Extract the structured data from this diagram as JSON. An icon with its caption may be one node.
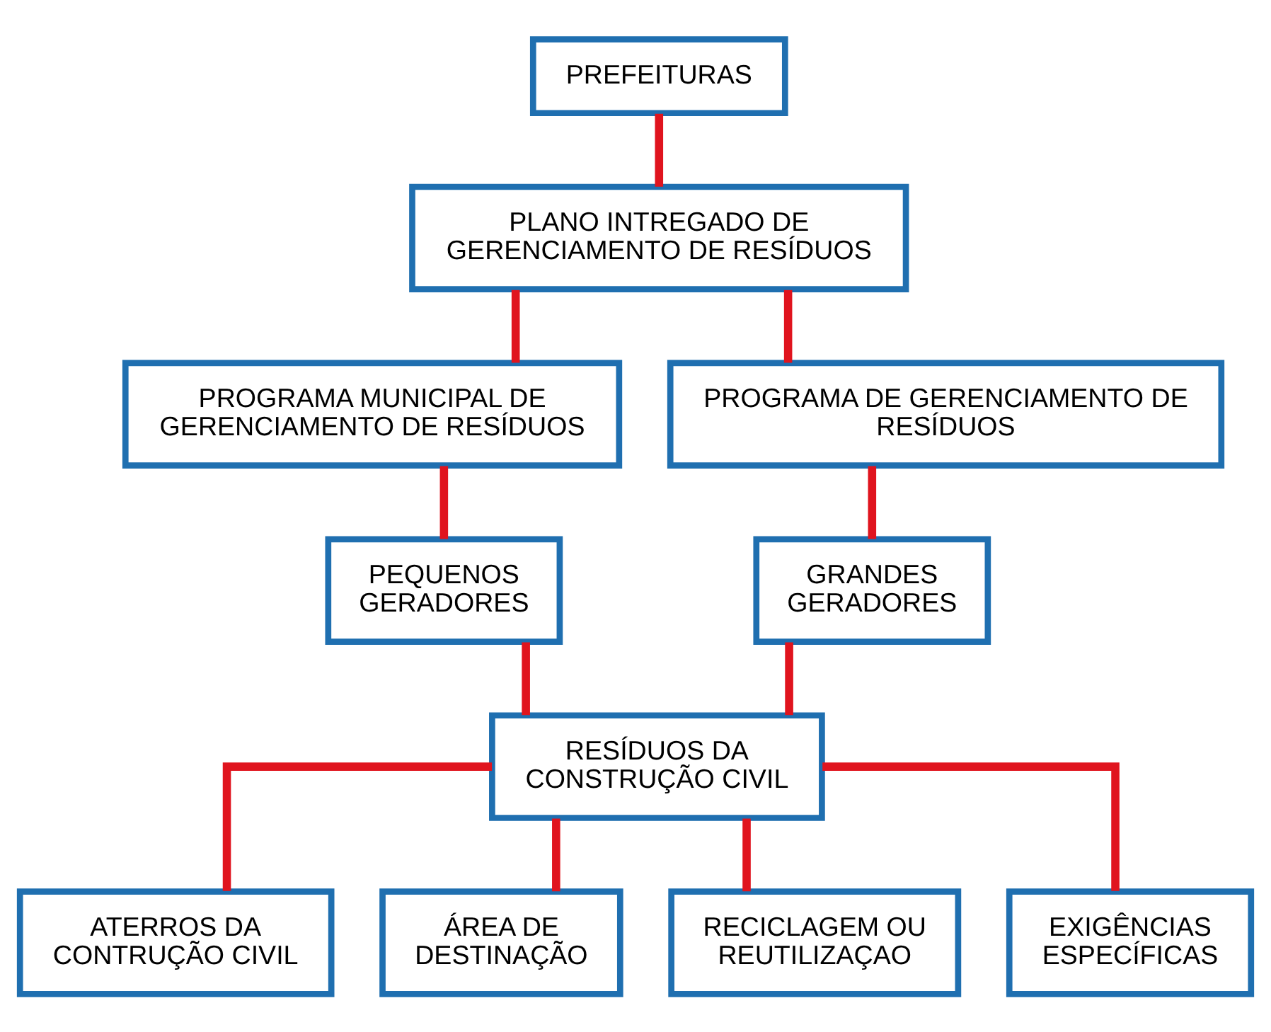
{
  "diagram": {
    "nodes": [
      {
        "text": [
          "PREFEITURAS"
        ]
      },
      {
        "text": [
          "PLANO INTREGADO DE GERENCIAMENTO DE RESÍDUOS"
        ]
      },
      {
        "text": [
          "PROGRAMA MUNICIPAL DE GERENCIAMENTO DE RESÍDUOS"
        ]
      },
      {
        "text": [
          "PROGRAMA DE GERENCIAMENTO DE RESÍDUOS"
        ]
      },
      {
        "text": [
          "PEQUENOS GERADORES"
        ]
      },
      {
        "text": [
          "GRANDES GERADORES"
        ]
      },
      {
        "text": [
          "RESÍDUOS DA CONSTRUÇÃO CIVIL"
        ]
      },
      {
        "text": [
          "ATERROS DA CONTRUÇÃO CIVIL"
        ]
      },
      {
        "text": [
          "ÁREA DE DESTINAÇÃO"
        ]
      },
      {
        "text": [
          "RECICLAGEM OU REUTILIZAÇAO"
        ]
      },
      {
        "text": [
          "EXIGÊNCIAS ESPECÍFICAS"
        ]
      }
    ],
    "edges": [
      {
        "from": 0,
        "to": 1,
        "arrow": "none"
      },
      {
        "from": 1,
        "to": 2,
        "arrow": "none"
      },
      {
        "from": 1,
        "to": 3,
        "arrow": "none"
      },
      {
        "from": 2,
        "to": 4,
        "arrow": "none"
      },
      {
        "from": 3,
        "to": 5,
        "arrow": "none"
      },
      {
        "from": 4,
        "to": 6,
        "arrow": "none"
      },
      {
        "from": 5,
        "to": 6,
        "arrow": "none"
      },
      {
        "from": 6,
        "to": 7,
        "arrow": "none"
      },
      {
        "from": 6,
        "to": 8,
        "arrow": "none"
      },
      {
        "from": 6,
        "to": 9,
        "arrow": "none"
      },
      {
        "from": 6,
        "to": 10,
        "arrow": "none"
      }
    ]
  }
}
